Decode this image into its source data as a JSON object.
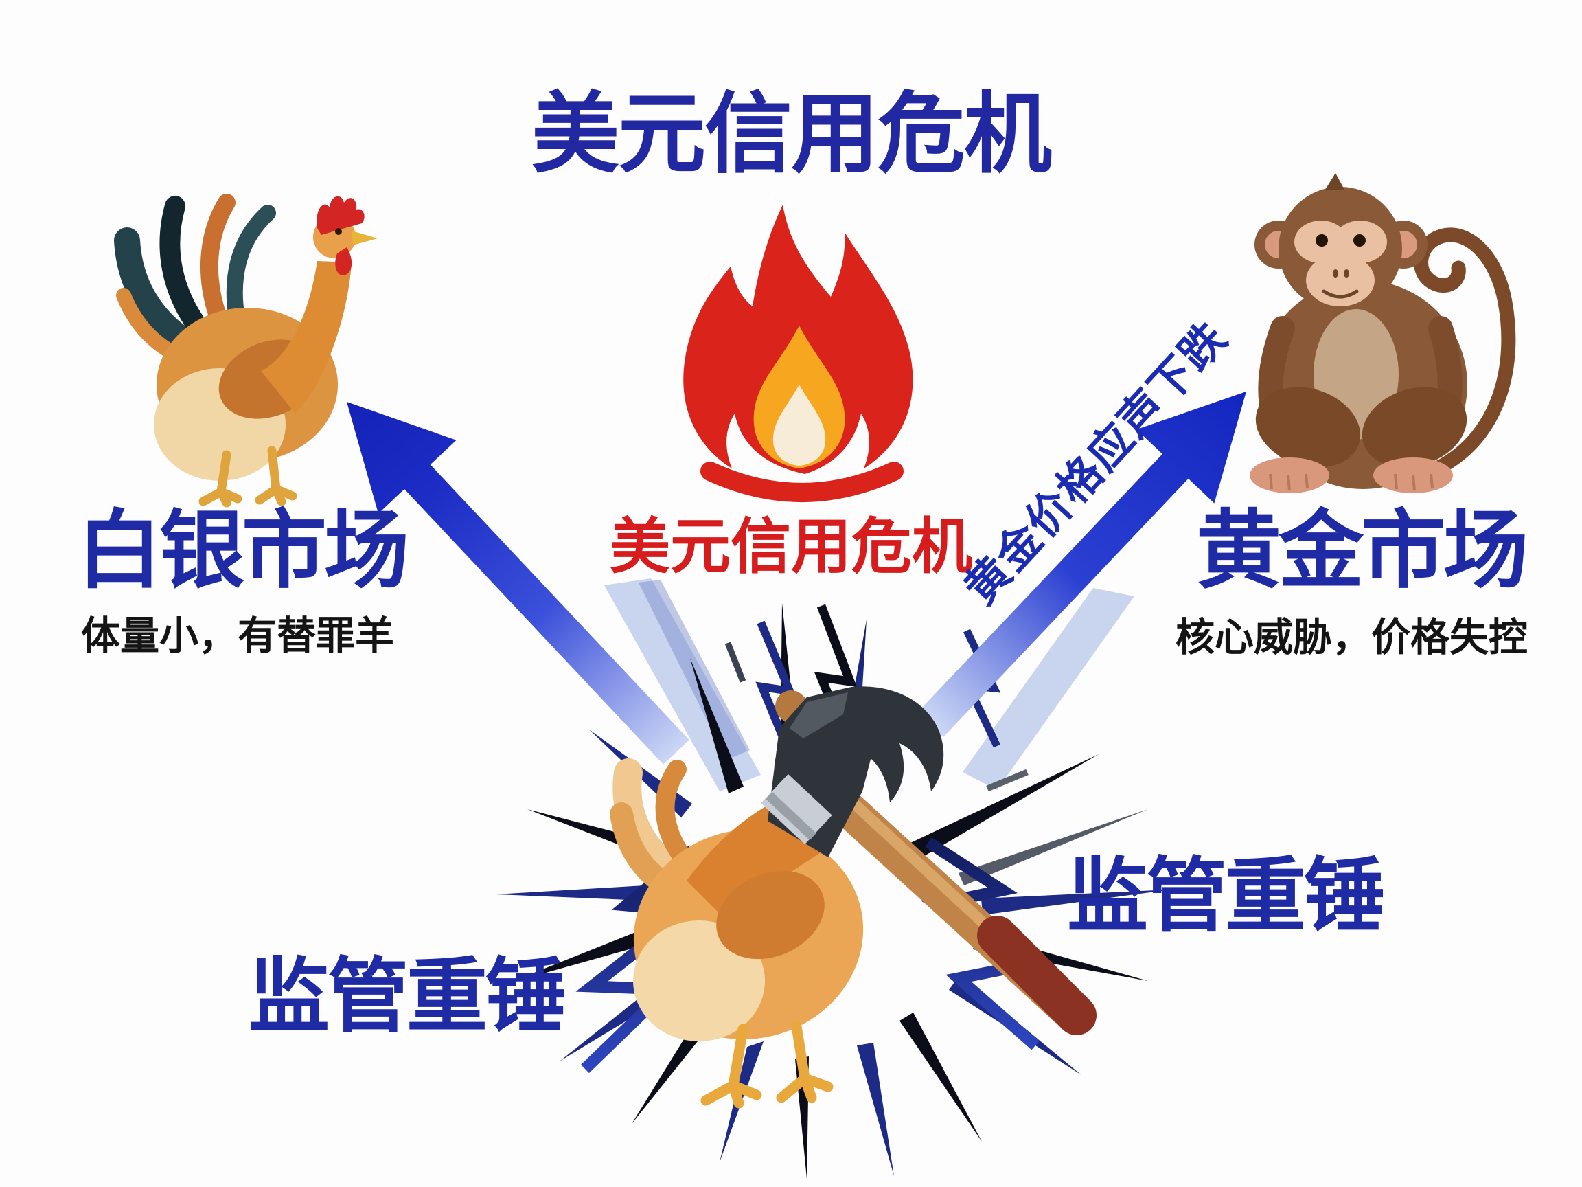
{
  "title": "美元信用危机",
  "center": {
    "icon": "fire-icon",
    "label": "美元信用危机"
  },
  "silver_market": {
    "title": "白银市场",
    "subtitle": "体量小，有替罪羊",
    "illustration": "rooster"
  },
  "gold_market": {
    "title": "黄金市场",
    "subtitle": "核心威胁，价格失控",
    "arrow_label": "黄金价格应声下跌",
    "illustration": "monkey"
  },
  "regulation": {
    "left_label": "监管重锤",
    "right_label": "监管重锤",
    "illustration": "hen-struck-by-hammer"
  },
  "colors": {
    "heading_blue": "#2227a2",
    "label_blue": "#1f2aa5",
    "crisis_red": "#d61c1c",
    "arrow_blue_dark": "#1422b8",
    "arrow_blue_light": "#c9d4f4",
    "burst_navy": "#1d2a86",
    "burst_black": "#0b0e18",
    "flame_red": "#d9231b",
    "flame_orange": "#f6a71f",
    "flame_core": "#f7ecd8",
    "hammer_steel": "#2f343b",
    "hammer_wood": "#c08448",
    "hammer_grip": "#8c3222",
    "subtitle_black": "#141414"
  }
}
